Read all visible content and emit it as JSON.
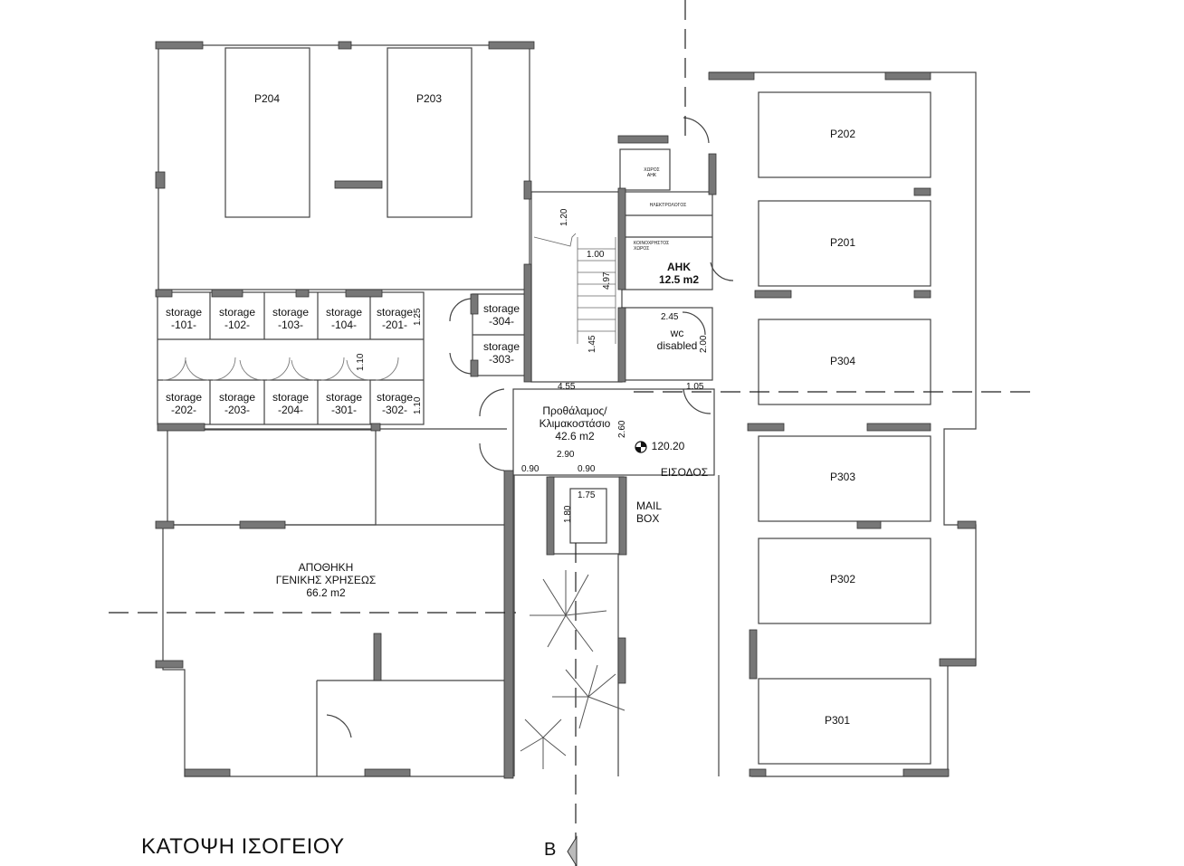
{
  "title": "ΚΑΤΟΨΗ ΙΣΟΓΕΙΟΥ",
  "section_marker": "B",
  "parking": [
    {
      "id": "P204"
    },
    {
      "id": "P203"
    },
    {
      "id": "P202"
    },
    {
      "id": "P201"
    },
    {
      "id": "P304"
    },
    {
      "id": "P303"
    },
    {
      "id": "P302"
    },
    {
      "id": "P301"
    }
  ],
  "storage": {
    "label": "storage",
    "numbers": [
      "-101-",
      "-102-",
      "-103-",
      "-104-",
      "-201-",
      "-202-",
      "-203-",
      "-204-",
      "-301-",
      "-302-",
      "-304-",
      "-303-"
    ]
  },
  "rooms": {
    "general_storage": {
      "line1": "ΑΠΟΘΗΚΗ",
      "line2": "ΓΕΝΙΚΗΣ ΧΡΗΣΕΩΣ",
      "area": "66.2 m2"
    },
    "lobby": {
      "line1": "Προθάλαμος/",
      "line2": "Κλιμακοστάσιο",
      "area": "42.6 m2"
    },
    "ahk": {
      "name": "ΑΗΚ",
      "area": "12.5 m2"
    },
    "wc": {
      "line1": "wc",
      "line2": "disabled"
    },
    "electrician": "ΗΛΕΚΤΡΟΛΟΓΟΣ",
    "common_space": {
      "line1": "ΚΟΙΝΟΧΡΗΣΤΟΣ",
      "line2": "ΧΩΡΟΣ"
    },
    "ahk_space": {
      "line1": "ΧΩΡΟΣ",
      "line2": "ΑΗΚ"
    },
    "entrance": "ΕΙΣΟΔΟΣ",
    "mailbox": {
      "line1": "MAIL",
      "line2": "BOX"
    }
  },
  "level_mark": "120.20",
  "dimensions": {
    "d120": "1.20",
    "d100": "1.00",
    "d497": "4.97",
    "d145": "1.45",
    "d245": "2.45",
    "d200": "2.00",
    "d455": "4.55",
    "d105": "1.05",
    "d260": "2.60",
    "d290": "2.90",
    "d090a": "0.90",
    "d090b": "0.90",
    "d175": "1.75",
    "d180": "1.80",
    "d125": "1.25",
    "d110a": "1.10",
    "d110b": "1.10"
  }
}
